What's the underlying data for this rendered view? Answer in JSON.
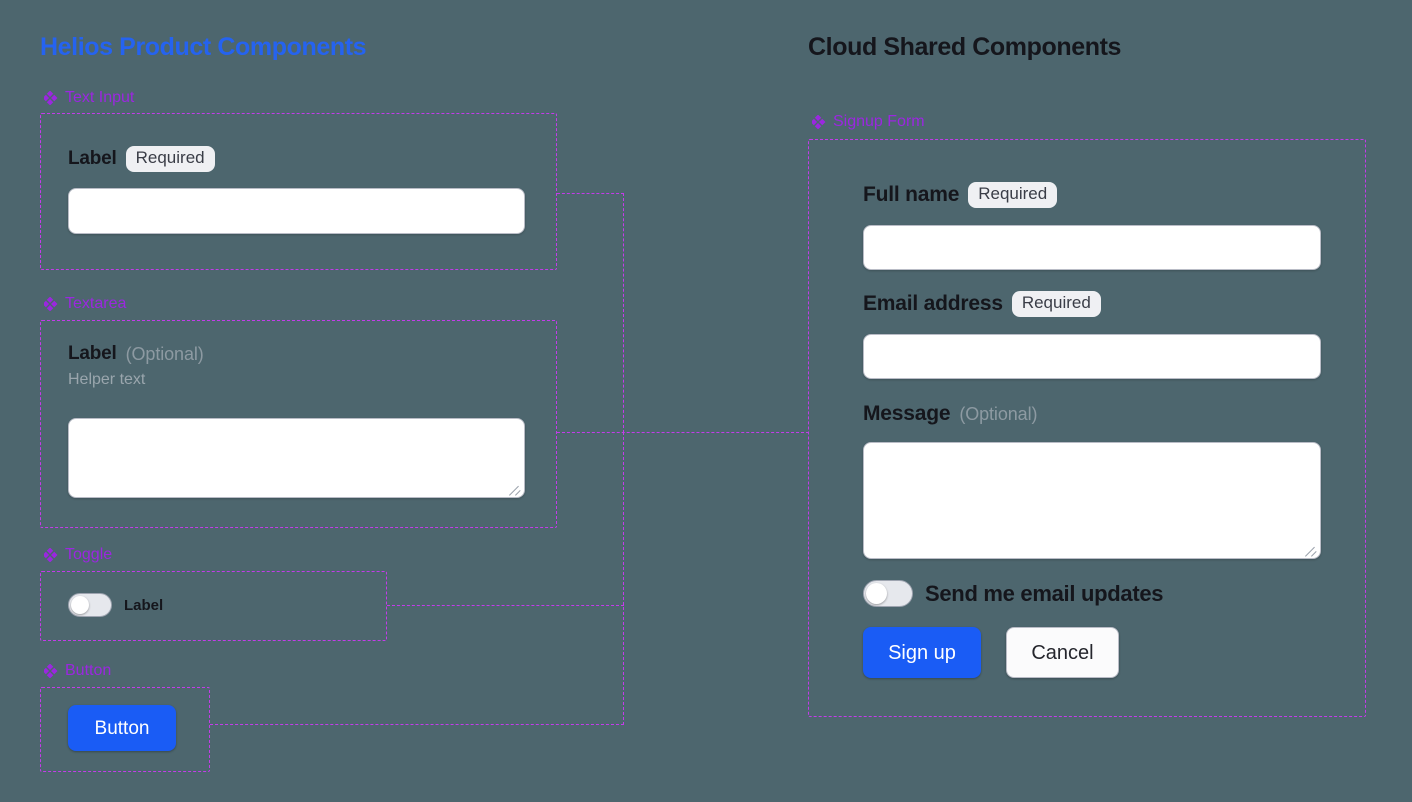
{
  "columns": {
    "left": {
      "heading": "Helios Product Components",
      "heading_color": "#2563f0"
    },
    "right": {
      "heading": "Cloud Shared Components",
      "heading_color": "#15161c"
    }
  },
  "accent_colors": {
    "section_label": "#9b27e0",
    "inspector_outline": "#c43bea",
    "primary_button": "#1a5cf5",
    "canvas_background": "#4d666e"
  },
  "icons": {
    "diamond": "diamond-cluster-icon"
  },
  "sections": {
    "text_input": {
      "label": "Text Input",
      "field": {
        "label": "Label",
        "badge": "Required",
        "value": "",
        "placeholder": ""
      }
    },
    "textarea": {
      "label": "Textarea",
      "field": {
        "label": "Label",
        "optional_tag": "(Optional)",
        "helper_text": "Helper text",
        "value": "",
        "placeholder": ""
      }
    },
    "toggle": {
      "label": "Toggle",
      "field": {
        "label": "Label",
        "state": "off"
      }
    },
    "button": {
      "label": "Button",
      "field": {
        "label": "Button"
      }
    },
    "signup_form": {
      "label": "Signup Form",
      "fields": {
        "full_name": {
          "label": "Full name",
          "badge": "Required",
          "value": "",
          "placeholder": ""
        },
        "email": {
          "label": "Email address",
          "badge": "Required",
          "value": "",
          "placeholder": ""
        },
        "message": {
          "label": "Message",
          "optional_tag": "(Optional)",
          "value": "",
          "placeholder": ""
        },
        "email_updates": {
          "label": "Send me email updates",
          "state": "off"
        }
      },
      "actions": {
        "submit": "Sign up",
        "cancel": "Cancel"
      }
    }
  }
}
